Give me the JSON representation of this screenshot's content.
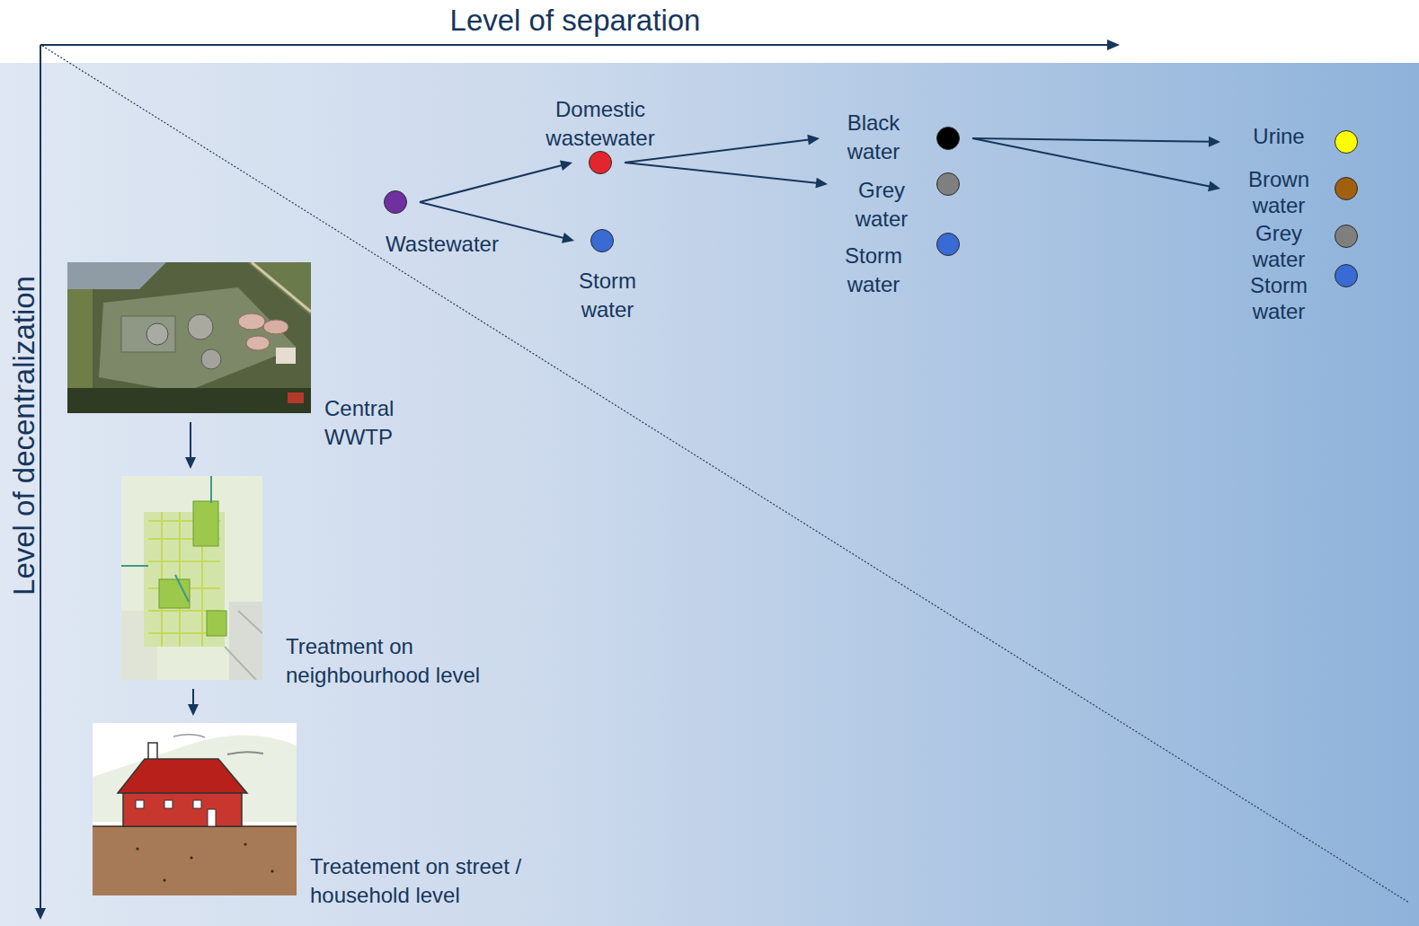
{
  "diagram": {
    "nodes": [
      {
        "text": [
          "Wastewater"
        ]
      },
      {
        "text": [
          "Domestic wastewater"
        ]
      },
      {
        "text": [
          "Storm water"
        ]
      },
      {
        "text": [
          "Black water"
        ]
      },
      {
        "text": [
          "Grey water"
        ]
      },
      {
        "text": [
          "Storm water"
        ]
      },
      {
        "text": [
          "Urine"
        ]
      },
      {
        "text": [
          "Brown water"
        ]
      },
      {
        "text": [
          "Grey water"
        ]
      },
      {
        "text": [
          "Storm water"
        ]
      },
      {
        "text": [
          "Central WWTP"
        ]
      },
      {
        "text": [
          "Treatment on neighbourhood level"
        ]
      },
      {
        "text": [
          "Treatement on street / household level"
        ]
      }
    ],
    "edges": [
      {
        "from": 0,
        "to": 1,
        "arrow": "to"
      },
      {
        "from": 0,
        "to": 2,
        "arrow": "to"
      },
      {
        "from": 1,
        "to": 3,
        "arrow": "to"
      },
      {
        "from": 1,
        "to": 4,
        "arrow": "to"
      },
      {
        "from": 3,
        "to": 6,
        "arrow": "to"
      },
      {
        "from": 3,
        "to": 7,
        "arrow": "to"
      },
      {
        "from": 10,
        "to": 11,
        "arrow": "to"
      },
      {
        "from": 11,
        "to": 12,
        "arrow": "to"
      }
    ],
    "labels": [
      "Level of separation",
      "Level of decentralization"
    ]
  }
}
